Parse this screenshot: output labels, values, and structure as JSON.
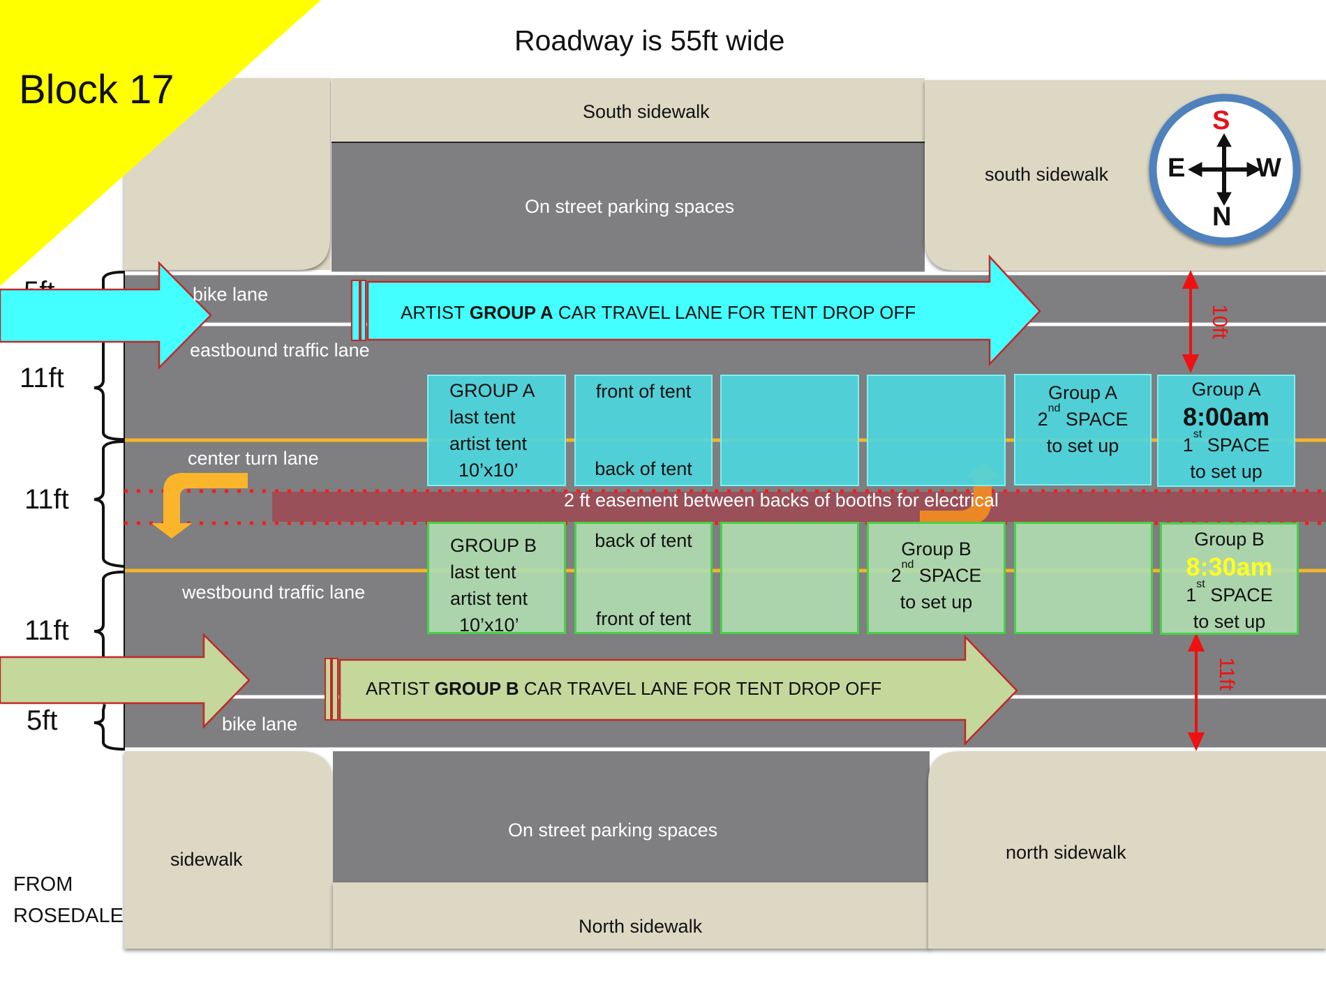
{
  "header": {
    "block_label": "Block 17",
    "title": "Roadway is 55ft wide"
  },
  "colors": {
    "block_triangle": "#ffff00",
    "sidewalk": "#ddd8c4",
    "road": "#7f7e80",
    "group_a_arrow": "#44ffff",
    "group_b_arrow": "#c4d89c",
    "arrow_outline": "#c0282a",
    "easement": "#9b4e55",
    "center_line": "#f5b52a",
    "dimension_red": "#ee1111",
    "compass_ring": "#4f81bd",
    "compass_south": "#e8101a",
    "time_b": "#ffff22"
  },
  "top_side": {
    "south_sidewalk_strip": "South sidewalk",
    "parking": "On street parking spaces",
    "south_sidewalk_corner": "south sidewalk"
  },
  "compass": {
    "top": "S",
    "left": "E",
    "right": "W",
    "bottom": "N"
  },
  "lanes": {
    "bike_lane_top": "bike lane",
    "eastbound": "eastbound traffic lane",
    "center_turn": "center turn lane",
    "westbound": "westbound traffic lane",
    "bike_lane_bottom": "bike lane"
  },
  "lane_widths": {
    "top_bike": "5ft",
    "eastbound": "11ft",
    "center": "11ft",
    "westbound": "11ft",
    "bottom_bike": "5ft"
  },
  "red_dimensions": {
    "top": "10ft",
    "bottom": "11ft"
  },
  "arrows": {
    "group_a": {
      "prefix": "ARTIST ",
      "bold": "GROUP A",
      "suffix": " CAR TRAVEL LANE FOR TENT DROP OFF"
    },
    "group_b": {
      "prefix": "ARTIST ",
      "bold": "GROUP B",
      "suffix": " CAR TRAVEL LANE FOR TENT DROP OFF"
    }
  },
  "easement": {
    "label": "2 ft easement between backs of booths for electrical"
  },
  "booths_a": [
    {
      "lines": [
        "GROUP A",
        "last tent",
        "artist tent",
        "10’x10’"
      ]
    },
    {
      "top": "front of tent",
      "bottom": "back of tent"
    },
    {},
    {},
    {
      "line1": "Group A",
      "ordinal_num": "2",
      "ordinal_sup": "nd",
      "ordinal_rest": " SPACE",
      "line3": "to set up"
    },
    {
      "line1": "Group A",
      "time": "8:00am",
      "ordinal_num": "1",
      "ordinal_sup": "st",
      "ordinal_rest": " SPACE",
      "line4": "to set up"
    }
  ],
  "booths_b": [
    {
      "lines": [
        "GROUP B",
        "last tent",
        "artist tent",
        "10’x10’"
      ]
    },
    {
      "top": "back of tent",
      "bottom": "front of tent"
    },
    {},
    {
      "line1": "Group B",
      "ordinal_num": "2",
      "ordinal_sup": "nd",
      "ordinal_rest": " SPACE",
      "line3": "to set up"
    },
    {},
    {
      "line1": "Group B",
      "time": "8:30am",
      "ordinal_num": "1",
      "ordinal_sup": "st",
      "ordinal_rest": " SPACE",
      "line4": "to set up"
    }
  ],
  "bottom_side": {
    "sidewalk_corner": "sidewalk",
    "parking": "On street parking spaces",
    "north_sidewalk_strip": "North sidewalk",
    "north_sidewalk_corner": "north sidewalk"
  },
  "from_label": [
    "FROM",
    "ROSEDALE"
  ]
}
